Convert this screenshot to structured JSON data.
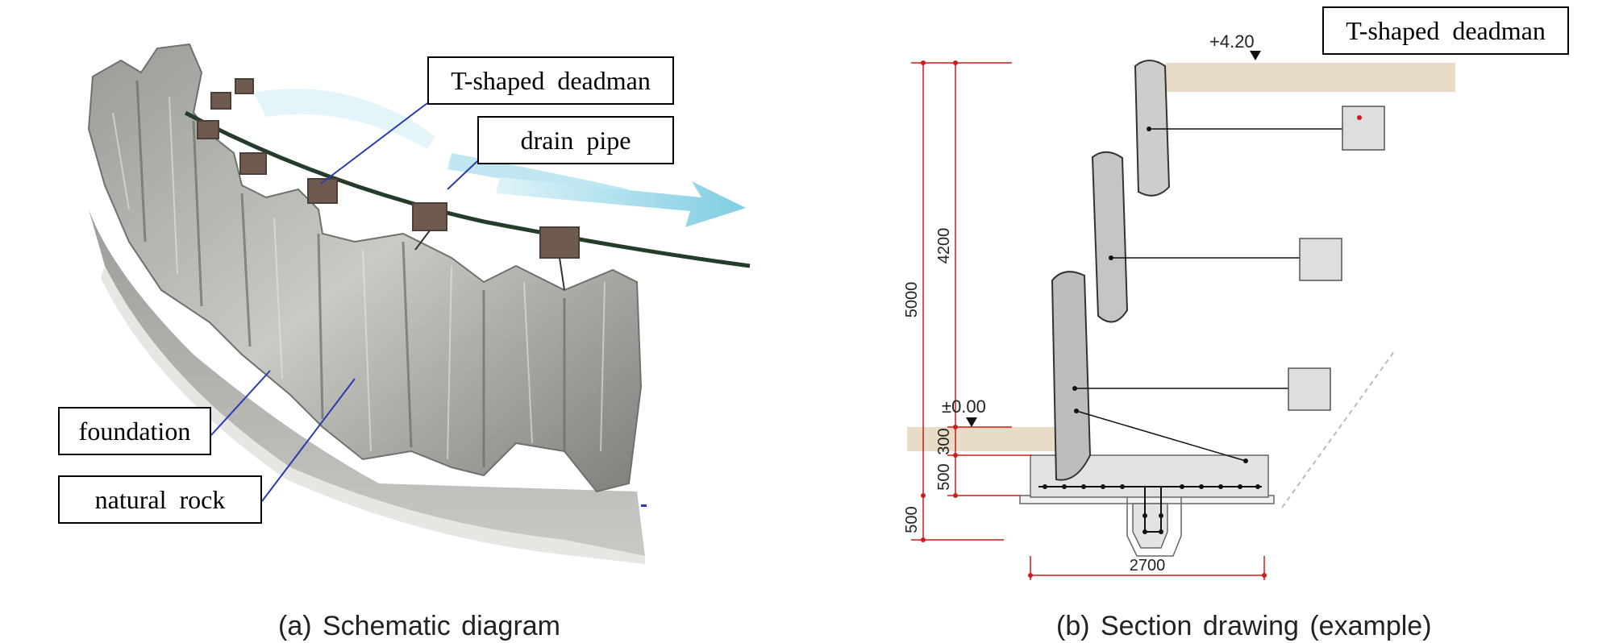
{
  "panel_a": {
    "caption": "(a) Schematic diagram",
    "labels": {
      "deadman": "T-shaped deadman",
      "drain_pipe": "drain pipe",
      "foundation": "foundation",
      "natural_rock": "natural rock"
    }
  },
  "panel_b": {
    "caption": "(b) Section drawing (example)",
    "labels": {
      "deadman": "T-shaped deadman",
      "top_level": "+4.20",
      "ground_level": "±0.00"
    },
    "dimensions": {
      "total_height": "5000",
      "wall_height": "4200",
      "embed_depth": "300",
      "base_thickness": "500",
      "footing_key": "500",
      "base_width": "2700"
    }
  },
  "colors": {
    "soil": "#e9dcc6",
    "rock": "#bdbdbd",
    "concrete": "#e3e3e3",
    "drain_arrow": "#8fd3e6",
    "leader_line": "#2a3db0",
    "dimension_line": "#d11a1a"
  }
}
